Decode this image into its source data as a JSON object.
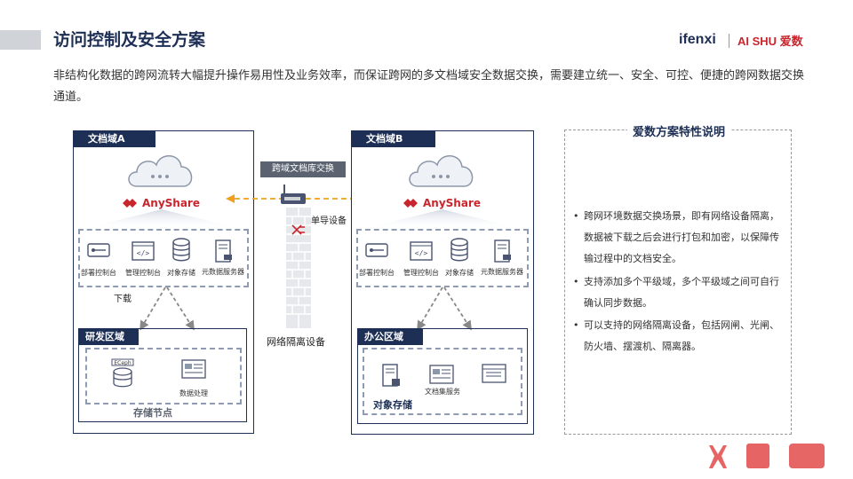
{
  "header": {
    "title": "访问控制及安全方案",
    "brand_ifenxi": "ifenxi",
    "brand_aishu": "AI SHU 爱数"
  },
  "intro": "非结构化数据的跨网流转大幅提升操作易用性及业务效率，而保证跨网的多文档域安全数据交换，需要建立统一、安全、可控、便捷的跨网数据交换通道。",
  "domain_a": {
    "label": "文档域A",
    "brand": "AnyShare",
    "services": [
      "部署控制台",
      "管理控制台",
      "对象存储",
      "元数据服务器"
    ],
    "download_label": "下载",
    "zone_label": "研发区域",
    "zone_items": [
      "",
      "数据处理"
    ],
    "zone_item_ceph": "ECeph",
    "storage_label": "存储节点"
  },
  "gateway": {
    "label": "跨域文档库交换",
    "device_label": "单导设备",
    "isolation_label": "网络隔离设备"
  },
  "domain_b": {
    "label": "文档域B",
    "brand": "AnyShare",
    "services": [
      "部署控制台",
      "管理控制台",
      "对象存储",
      "元数据服务器"
    ],
    "zone_label": "办公区域",
    "zone_items": [
      "",
      "文档集服务",
      ""
    ],
    "storage_label": "对象存储"
  },
  "features": {
    "title": "爱数方案特性说明",
    "items": [
      "跨网环境数据交换场景，即有网络设备隔离，数据被下载之后会进行打包和加密，以保障传输过程中的文档安全。",
      "支持添加多个平级域，多个平级域之间可自行确认同步数据。",
      "可以支持的网络隔离设备，包括网闸、光闸、防火墙、摆渡机、隔离器。"
    ]
  },
  "colors": {
    "navy": "#1d2f55",
    "brand_red": "#c9252c",
    "arrow_orange": "#f0a020"
  }
}
